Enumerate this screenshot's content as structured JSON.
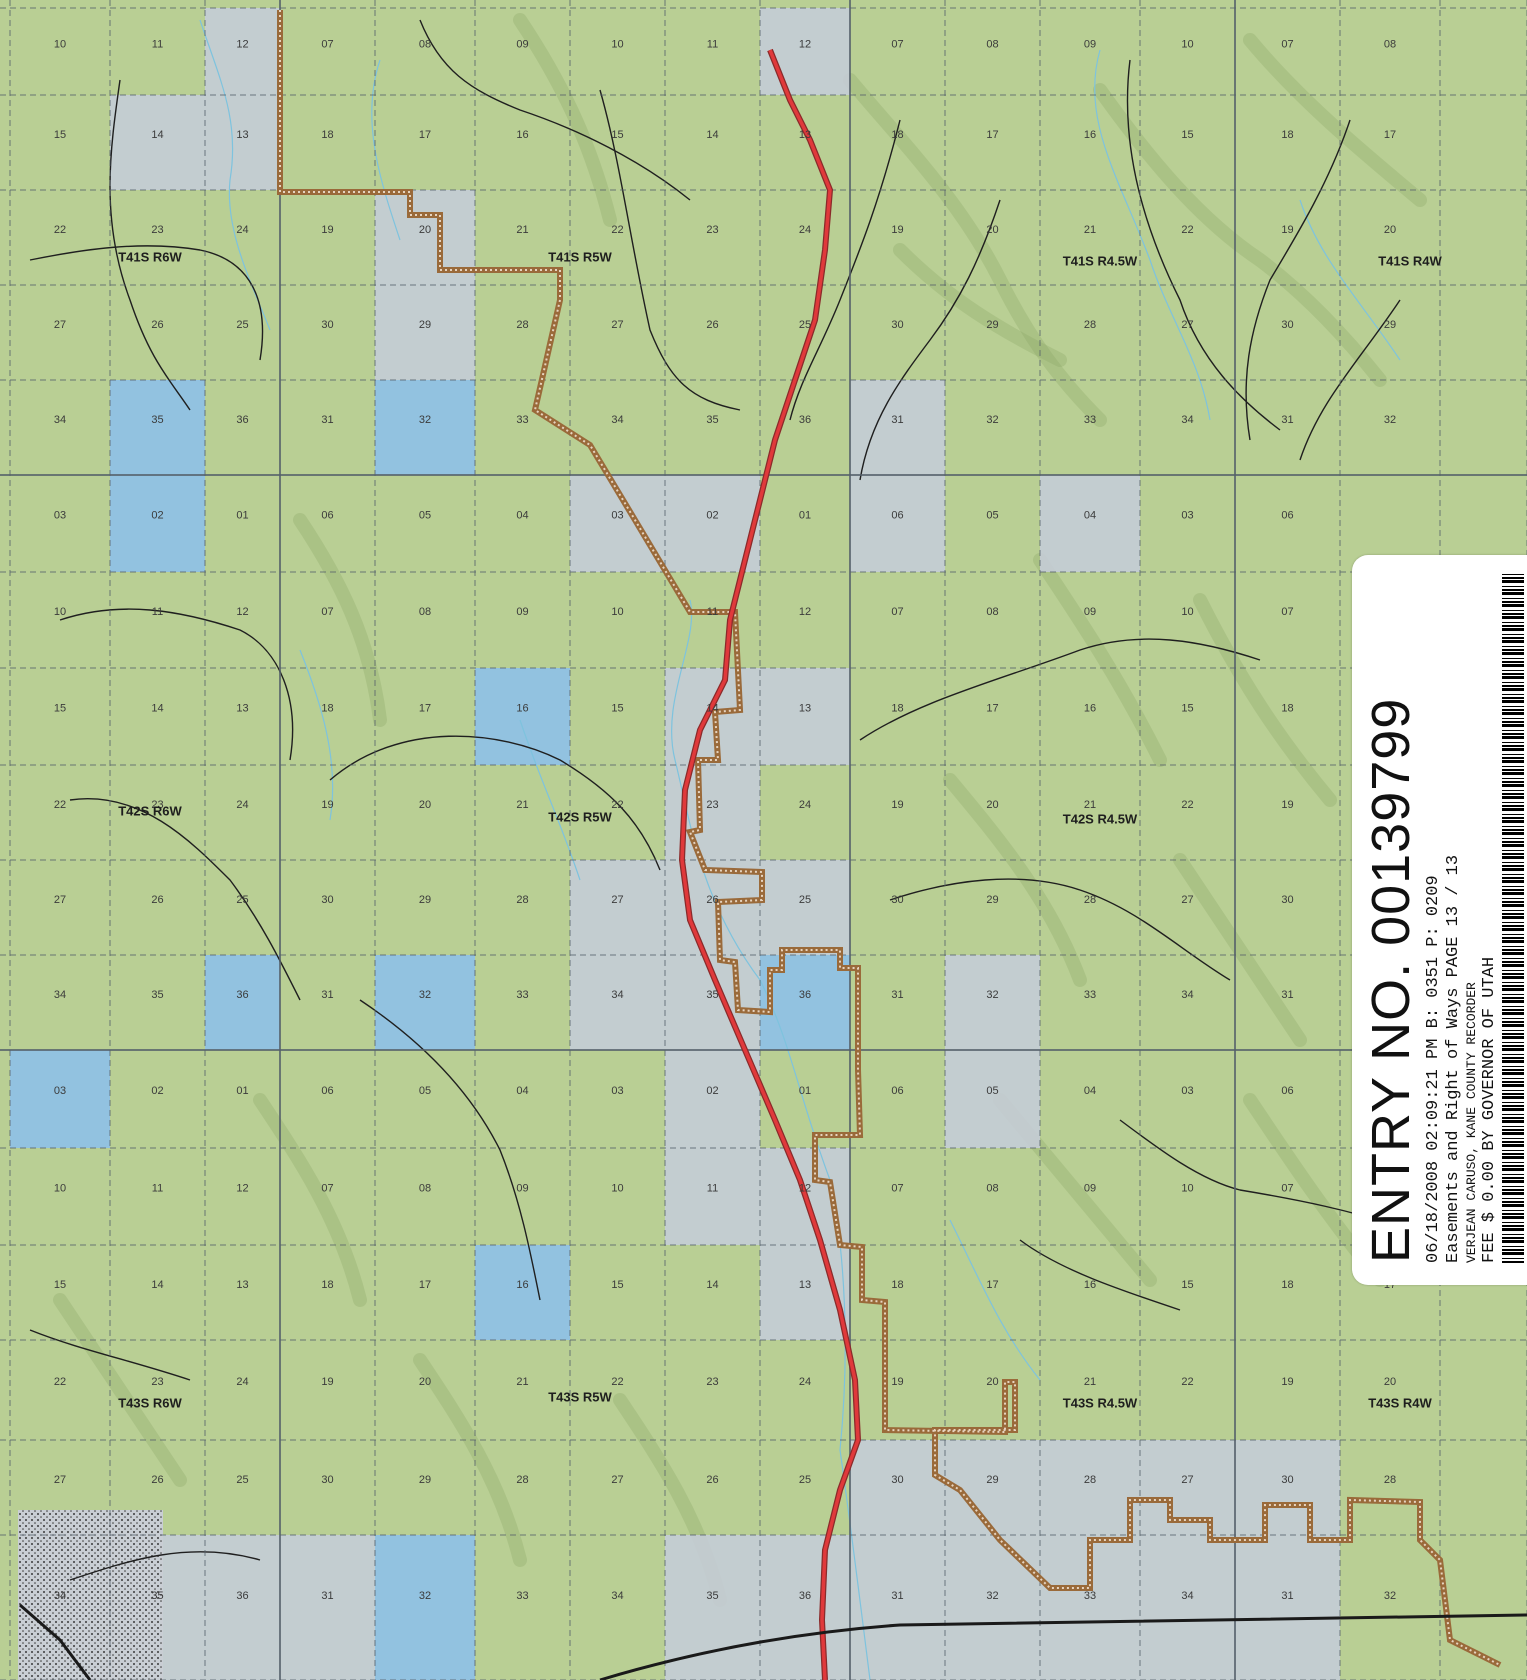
{
  "map": {
    "townships": [
      {
        "label": "T41S R6W"
      },
      {
        "label": "T41S R5W"
      },
      {
        "label": "T41S R4.5W"
      },
      {
        "label": "T41S R4W"
      },
      {
        "label": "T42S R6W"
      },
      {
        "label": "T42S R5W"
      },
      {
        "label": "T42S R4.5W"
      },
      {
        "label": "T43S R6W"
      },
      {
        "label": "T43S R5W"
      },
      {
        "label": "T43S R4.5W"
      },
      {
        "label": "T43S R4W"
      }
    ],
    "section_rows": [
      [
        "10",
        "11",
        "12",
        "07",
        "08",
        "09",
        "10",
        "11",
        "12",
        "07",
        "08",
        "09",
        "10",
        "07",
        "08"
      ],
      [
        "15",
        "14",
        "13",
        "18",
        "17",
        "16",
        "15",
        "14",
        "13",
        "18",
        "17",
        "16",
        "15",
        "18",
        "17"
      ],
      [
        "22",
        "23",
        "24",
        "19",
        "20",
        "21",
        "22",
        "23",
        "24",
        "19",
        "20",
        "21",
        "22",
        "19",
        "20"
      ],
      [
        "27",
        "26",
        "25",
        "30",
        "29",
        "28",
        "27",
        "26",
        "25",
        "30",
        "29",
        "28",
        "27",
        "30",
        "29"
      ],
      [
        "34",
        "35",
        "36",
        "31",
        "32",
        "33",
        "34",
        "35",
        "36",
        "31",
        "32",
        "33",
        "34",
        "31",
        "32"
      ],
      [
        "03",
        "02",
        "01",
        "06",
        "05",
        "04",
        "03",
        "02",
        "01",
        "06",
        "05",
        "04",
        "03",
        "06",
        ""
      ],
      [
        "10",
        "11",
        "12",
        "07",
        "08",
        "09",
        "10",
        "11",
        "12",
        "07",
        "08",
        "09",
        "10",
        "07",
        ""
      ],
      [
        "15",
        "14",
        "13",
        "18",
        "17",
        "16",
        "15",
        "14",
        "13",
        "18",
        "17",
        "16",
        "15",
        "18",
        ""
      ],
      [
        "22",
        "23",
        "24",
        "19",
        "20",
        "21",
        "22",
        "23",
        "24",
        "19",
        "20",
        "21",
        "22",
        "19",
        ""
      ],
      [
        "27",
        "26",
        "25",
        "30",
        "29",
        "28",
        "27",
        "26",
        "25",
        "30",
        "29",
        "28",
        "27",
        "30",
        ""
      ],
      [
        "34",
        "35",
        "36",
        "31",
        "32",
        "33",
        "34",
        "35",
        "36",
        "31",
        "32",
        "33",
        "34",
        "31",
        ""
      ],
      [
        "03",
        "02",
        "01",
        "06",
        "05",
        "04",
        "03",
        "02",
        "01",
        "06",
        "05",
        "04",
        "03",
        "06",
        ""
      ],
      [
        "10",
        "11",
        "12",
        "07",
        "08",
        "09",
        "10",
        "11",
        "12",
        "07",
        "08",
        "09",
        "10",
        "07",
        ""
      ],
      [
        "15",
        "14",
        "13",
        "18",
        "17",
        "16",
        "15",
        "14",
        "13",
        "18",
        "17",
        "16",
        "15",
        "18",
        "17"
      ],
      [
        "22",
        "23",
        "24",
        "19",
        "20",
        "21",
        "22",
        "23",
        "24",
        "19",
        "20",
        "21",
        "22",
        "19",
        "20"
      ],
      [
        "27",
        "26",
        "25",
        "30",
        "29",
        "28",
        "27",
        "26",
        "25",
        "30",
        "29",
        "28",
        "27",
        "30",
        "28"
      ],
      [
        "34",
        "35",
        "36",
        "31",
        "32",
        "33",
        "34",
        "35",
        "36",
        "31",
        "32",
        "33",
        "34",
        "31",
        "32"
      ]
    ],
    "colors": {
      "land": "#b9cf94",
      "hills": "#8fa86a",
      "federal": "#c4ccd6",
      "state": "#8fc1e4",
      "road_main": "#e0393b",
      "boundary": "#9a6a3a",
      "grid": "#55606a"
    }
  },
  "stamp": {
    "entry": "ENTRY NO. 00139799",
    "line1": "06/18/2008 02:09:21 PM B: 0351 P: 0209",
    "line2": "Easements and Right of Ways PAGE 13 / 13",
    "line3": "VERJEAN CARUSO, KANE COUNTY RECORDER",
    "line4": "FEE $ 0.00 BY GOVERNOR OF UTAH"
  }
}
